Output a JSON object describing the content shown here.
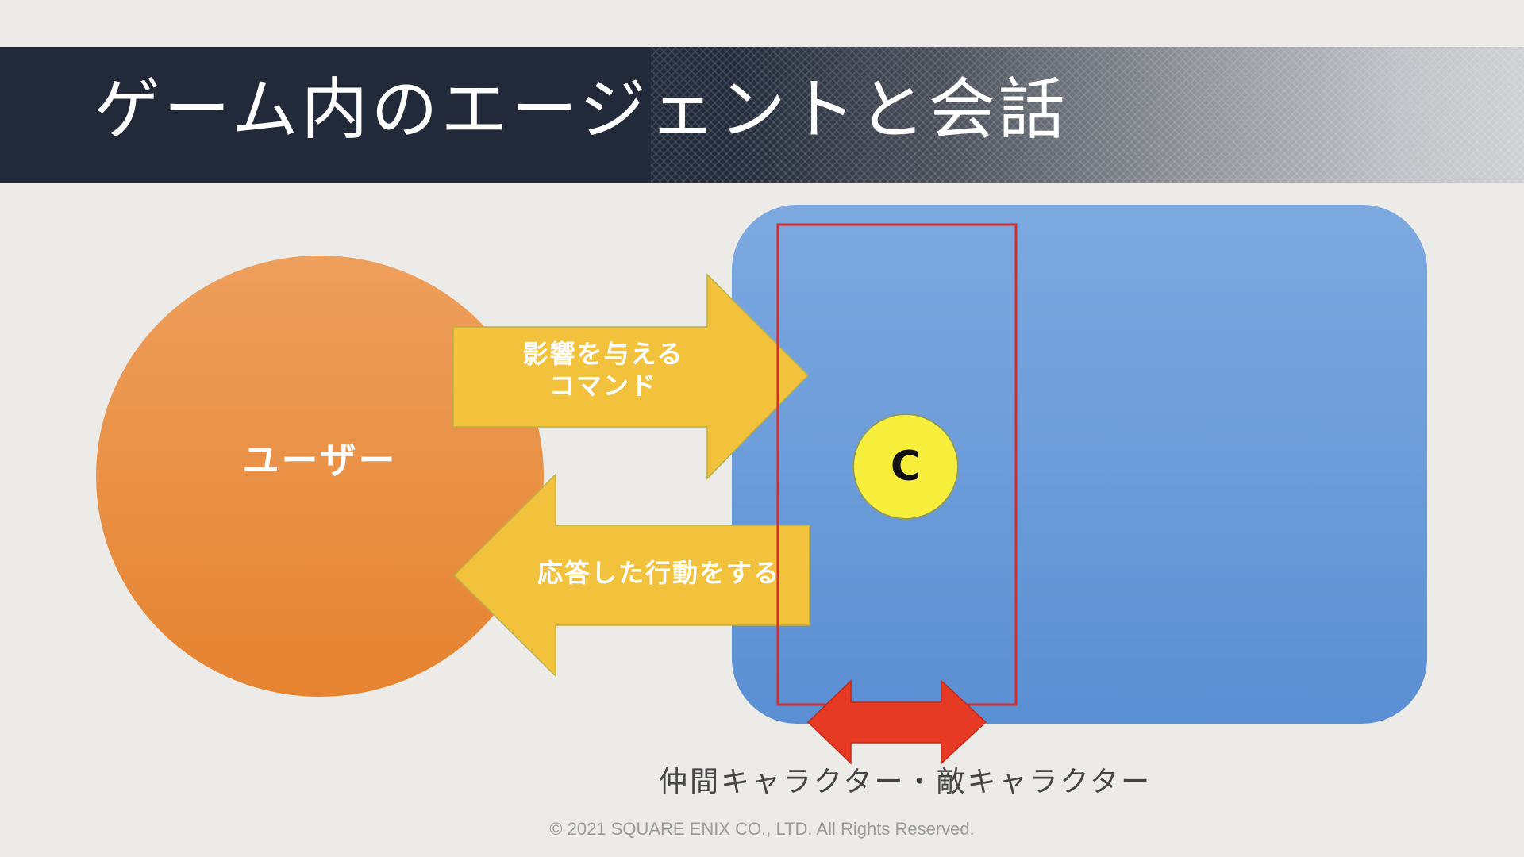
{
  "slide": {
    "title": "ゲーム内のエージェントと会話",
    "copyright": "© 2021 SQUARE ENIX CO., LTD. All Rights Reserved."
  },
  "diagram": {
    "user_label": "ユーザー",
    "influence_arrow_line1": "影響を与える",
    "influence_arrow_line2": "コマンド",
    "response_arrow_label": "応答した行動をする",
    "agent_label": "C",
    "character_label": "仲間キャラクター・敵キャラクター"
  },
  "colors": {
    "title_bar": "#222a3a",
    "user_circle": "#eb8f3f",
    "arrow_fill": "#f3c23c",
    "world_panel": "#6f9fdb",
    "highlight_frame": "#d62b2b",
    "agent_circle": "#f6ee3a",
    "range_arrow": "#e63a25"
  }
}
